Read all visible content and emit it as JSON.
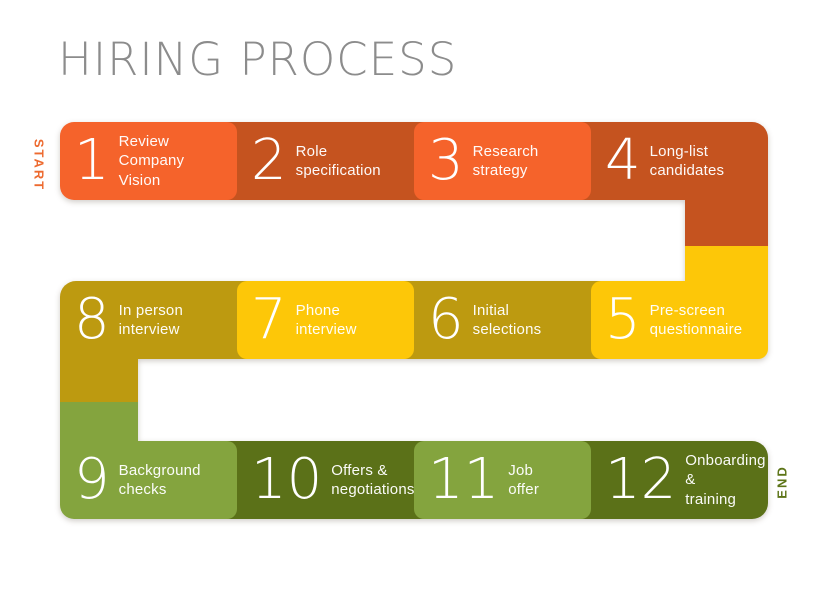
{
  "title": "HIRING PROCESS",
  "start_label": "START",
  "end_label": "END",
  "colors": {
    "background": "#ffffff",
    "title_text": "#8c8c8c",
    "start_text": "#ed6a2f",
    "end_text": "#5c7417",
    "orange_bright": "#f5632b",
    "orange_dark": "#c5531f",
    "yellow_bright": "#fdc708",
    "gold_dark": "#bd9a10",
    "green_light": "#84a43e",
    "olive_dark": "#5b7118",
    "step_text": "#ffffff"
  },
  "steps": [
    {
      "number": "1",
      "label": "Review\nCompany\nVision",
      "color": "#f5632b"
    },
    {
      "number": "2",
      "label": "Role\nspecification",
      "color": "#c5531f"
    },
    {
      "number": "3",
      "label": "Research\nstrategy",
      "color": "#f5632b"
    },
    {
      "number": "4",
      "label": "Long-list\ncandidates",
      "color": "#c5531f"
    },
    {
      "number": "5",
      "label": "Pre-screen\nquestionnaire",
      "color": "#fdc708"
    },
    {
      "number": "6",
      "label": "Initial\nselections",
      "color": "#bd9a10"
    },
    {
      "number": "7",
      "label": "Phone\ninterview",
      "color": "#fdc708"
    },
    {
      "number": "8",
      "label": "In person\ninterview",
      "color": "#bd9a10"
    },
    {
      "number": "9",
      "label": "Background\nchecks",
      "color": "#84a43e"
    },
    {
      "number": "10",
      "label": "Offers &\nnegotiations",
      "color": "#5b7118"
    },
    {
      "number": "11",
      "label": "Job\noffer",
      "color": "#84a43e"
    },
    {
      "number": "12",
      "label": "Onboarding &\ntraining",
      "color": "#5b7118"
    }
  ]
}
